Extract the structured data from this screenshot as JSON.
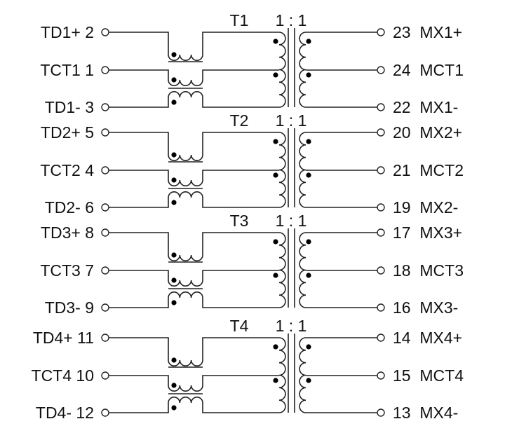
{
  "diagram": {
    "line_color": "#222222",
    "blocks": [
      {
        "name": "T1",
        "ratio": "1 : 1",
        "left": [
          {
            "label": "TD1+",
            "pin": "2"
          },
          {
            "label": "TCT1",
            "pin": "1"
          },
          {
            "label": "TD1-",
            "pin": "3"
          }
        ],
        "right": [
          {
            "pin": "23",
            "label": "MX1+"
          },
          {
            "pin": "24",
            "label": "MCT1"
          },
          {
            "pin": "22",
            "label": "MX1-"
          }
        ]
      },
      {
        "name": "T2",
        "ratio": "1 : 1",
        "left": [
          {
            "label": "TD2+",
            "pin": "5"
          },
          {
            "label": "TCT2",
            "pin": "4"
          },
          {
            "label": "TD2-",
            "pin": "6"
          }
        ],
        "right": [
          {
            "pin": "20",
            "label": "MX2+"
          },
          {
            "pin": "21",
            "label": "MCT2"
          },
          {
            "pin": "19",
            "label": "MX2-"
          }
        ]
      },
      {
        "name": "T3",
        "ratio": "1 : 1",
        "left": [
          {
            "label": "TD3+",
            "pin": "8"
          },
          {
            "label": "TCT3",
            "pin": "7"
          },
          {
            "label": "TD3-",
            "pin": "9"
          }
        ],
        "right": [
          {
            "pin": "17",
            "label": "MX3+"
          },
          {
            "pin": "18",
            "label": "MCT3"
          },
          {
            "pin": "16",
            "label": "MX3-"
          }
        ]
      },
      {
        "name": "T4",
        "ratio": "1 : 1",
        "left": [
          {
            "label": "TD4+",
            "pin": "11"
          },
          {
            "label": "TCT4",
            "pin": "10"
          },
          {
            "label": "TD4-",
            "pin": "12"
          }
        ],
        "right": [
          {
            "pin": "14",
            "label": "MX4+"
          },
          {
            "pin": "15",
            "label": "MCT4"
          },
          {
            "pin": "13",
            "label": "MX4-"
          }
        ]
      }
    ]
  }
}
